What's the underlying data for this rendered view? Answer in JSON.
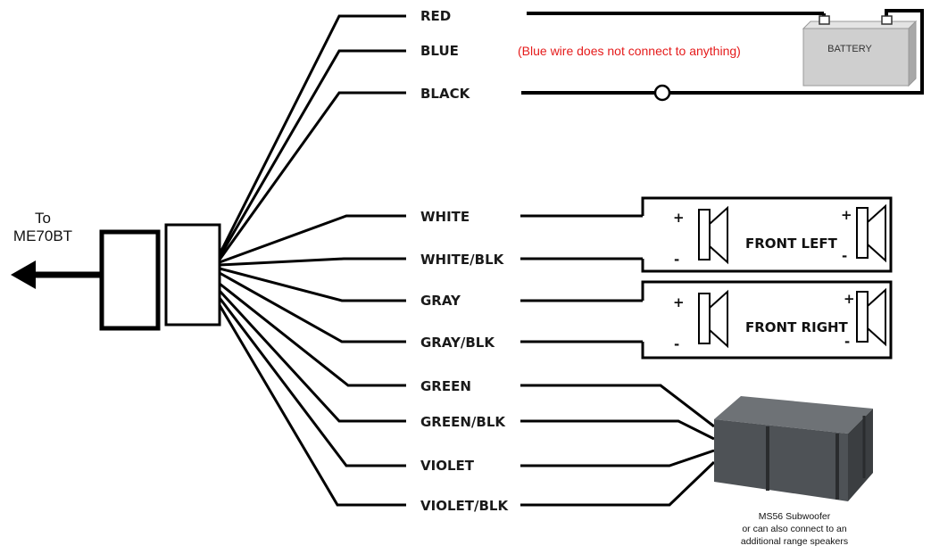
{
  "connector": {
    "to_line1": "To",
    "to_line2": "ME70BT"
  },
  "wires": [
    {
      "label": "RED"
    },
    {
      "label": "BLUE"
    },
    {
      "label": "BLACK"
    },
    {
      "label": "WHITE"
    },
    {
      "label": "WHITE/BLK"
    },
    {
      "label": "GRAY"
    },
    {
      "label": "GRAY/BLK"
    },
    {
      "label": "GREEN"
    },
    {
      "label": "GREEN/BLK"
    },
    {
      "label": "VIOLET"
    },
    {
      "label": "VIOLET/BLK"
    }
  ],
  "blue_note": "(Blue wire does not connect to anything)",
  "blue_note_color": "#e51b1b",
  "battery": {
    "label": "BATTERY"
  },
  "speakers": {
    "front_left": {
      "label": "FRONT LEFT",
      "plus": "+",
      "minus": "-"
    },
    "front_right": {
      "label": "FRONT RIGHT",
      "plus": "+",
      "minus": "-"
    }
  },
  "subwoofer": {
    "caption_line1": "MS56 Subwoofer",
    "caption_line2": "or can also connect to an",
    "caption_line3": "additional range speakers"
  }
}
